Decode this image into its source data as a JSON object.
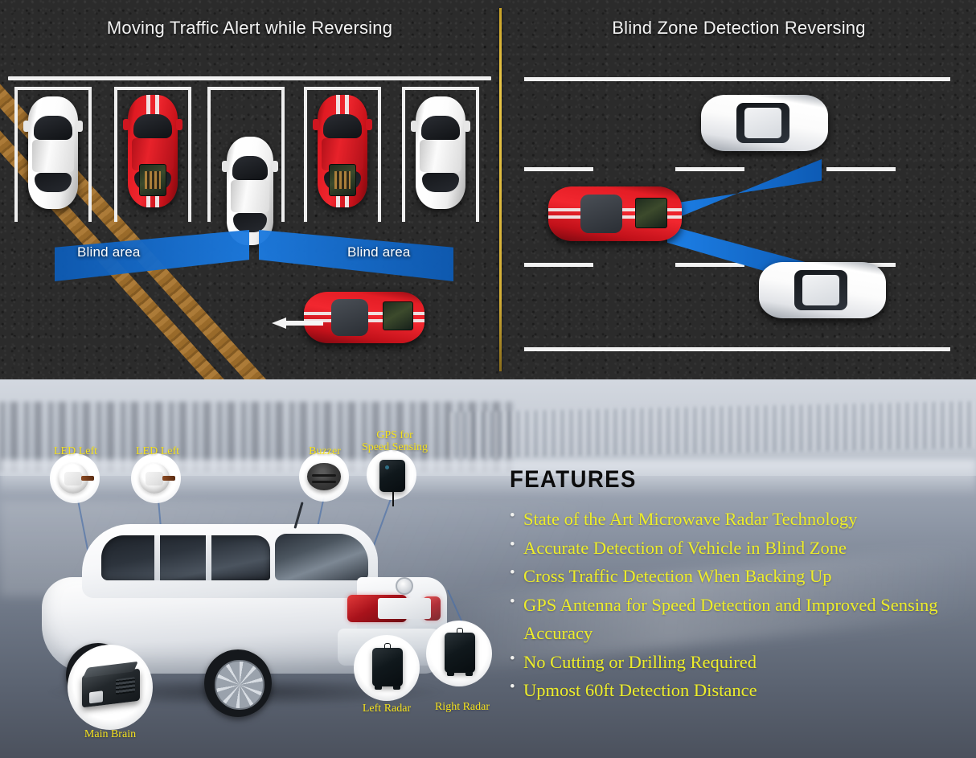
{
  "top": {
    "panels": [
      {
        "id": "moving-traffic-alert",
        "title": "Moving Traffic Alert while Reversing",
        "blind_area_left_label": "Blind area",
        "blind_area_right_label": "Blind area",
        "parking_bays": [
          {
            "index": 1,
            "car": "white"
          },
          {
            "index": 2,
            "car": "red"
          },
          {
            "index": 3,
            "car": "none"
          },
          {
            "index": 4,
            "car": "red"
          },
          {
            "index": 5,
            "car": "white"
          }
        ],
        "reversing_vehicle_color": "white",
        "crossing_vehicle_color": "red",
        "crossing_direction": "left",
        "detection_cone_color": "#1b7ae0",
        "lane_paint_color": "#a3702a"
      },
      {
        "id": "blind-zone-detection",
        "title": "Blind Zone Detection Reversing",
        "ego_vehicle_color": "red",
        "detected_vehicles": [
          "white",
          "white"
        ],
        "detection_cone_color": "#1d7fe6",
        "lane_marking_color": "#f2f2f2"
      }
    ],
    "divider_color": "#d4af37",
    "asphalt_color": "#2b2b2b"
  },
  "bottom": {
    "callouts": [
      {
        "name": "led-left-1",
        "label": "LED Left",
        "device": "led"
      },
      {
        "name": "led-left-2",
        "label": "LED Left",
        "device": "led"
      },
      {
        "name": "buzzer",
        "label": "Buzzer",
        "device": "buzzer"
      },
      {
        "name": "gps",
        "label": "GPS for\nSpeed Sensing",
        "device": "gps-antenna"
      },
      {
        "name": "main-brain",
        "label": "Main Brain",
        "device": "control-module"
      },
      {
        "name": "left-radar",
        "label": "Left Radar",
        "device": "radar"
      },
      {
        "name": "right-radar",
        "label": "Right Radar",
        "device": "radar"
      }
    ],
    "label_color": "#f4e11e",
    "vehicle": "white sedan",
    "features": {
      "title": "FEATURES",
      "items": [
        "State of the Art Microwave Radar Technology",
        "Accurate Detection of Vehicle in Blind Zone",
        "Cross Traffic Detection When Backing Up",
        "GPS Antenna for Speed Detection and Improved Sensing Accuracy",
        "No Cutting or Drilling Required",
        "Upmost 60ft Detection Distance"
      ],
      "title_color": "#0c0c0c",
      "item_color": "#eded2a"
    }
  }
}
